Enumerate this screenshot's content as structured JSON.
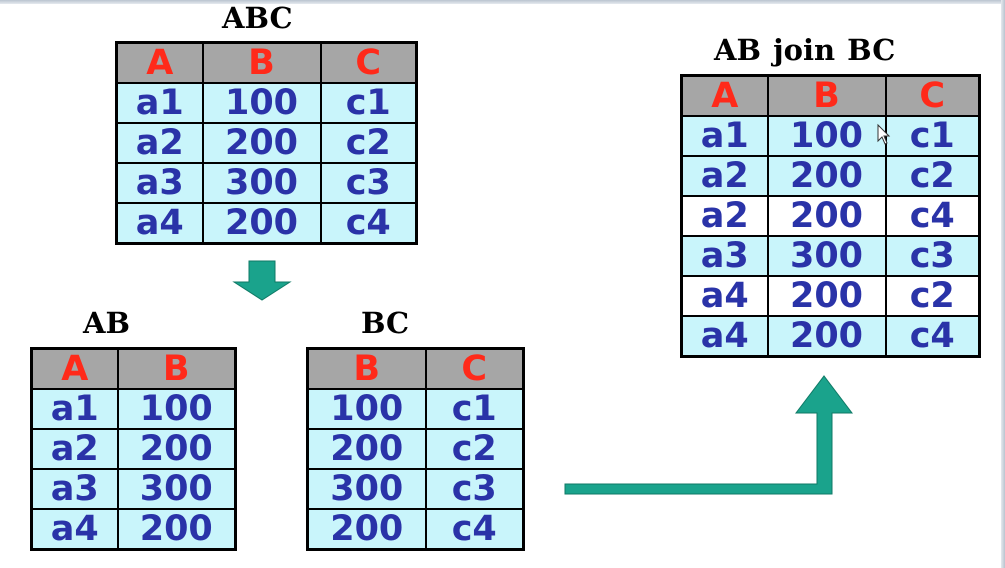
{
  "tables": {
    "abc": {
      "title": "ABC",
      "headers": [
        "A",
        "B",
        "C"
      ],
      "rows": [
        [
          "a1",
          "100",
          "c1"
        ],
        [
          "a2",
          "200",
          "c2"
        ],
        [
          "a3",
          "300",
          "c3"
        ],
        [
          "a4",
          "200",
          "c4"
        ]
      ]
    },
    "ab": {
      "title": "AB",
      "headers": [
        "A",
        "B"
      ],
      "rows": [
        [
          "a1",
          "100"
        ],
        [
          "a2",
          "200"
        ],
        [
          "a3",
          "300"
        ],
        [
          "a4",
          "200"
        ]
      ]
    },
    "bc": {
      "title": "BC",
      "headers": [
        "B",
        "C"
      ],
      "rows": [
        [
          "100",
          "c1"
        ],
        [
          "200",
          "c2"
        ],
        [
          "300",
          "c3"
        ],
        [
          "200",
          "c4"
        ]
      ]
    },
    "join": {
      "title": "AB  join  BC",
      "headers": [
        "A",
        "B",
        "C"
      ],
      "rows": [
        [
          "a1",
          "100",
          "c1"
        ],
        [
          "a2",
          "200",
          "c2"
        ],
        [
          "a2",
          "200",
          "c4"
        ],
        [
          "a3",
          "300",
          "c3"
        ],
        [
          "a4",
          "200",
          "c2"
        ],
        [
          "a4",
          "200",
          "c4"
        ]
      ],
      "highlighted_rows": [
        2,
        4
      ]
    }
  },
  "colors": {
    "header_bg": "#a6a6a6",
    "header_text": "#ff2a1a",
    "cell_bg": "#c9f5fb",
    "cell_text": "#2a33a8",
    "highlight_row_bg": "#ffffff",
    "arrow": "#1aa38c"
  }
}
